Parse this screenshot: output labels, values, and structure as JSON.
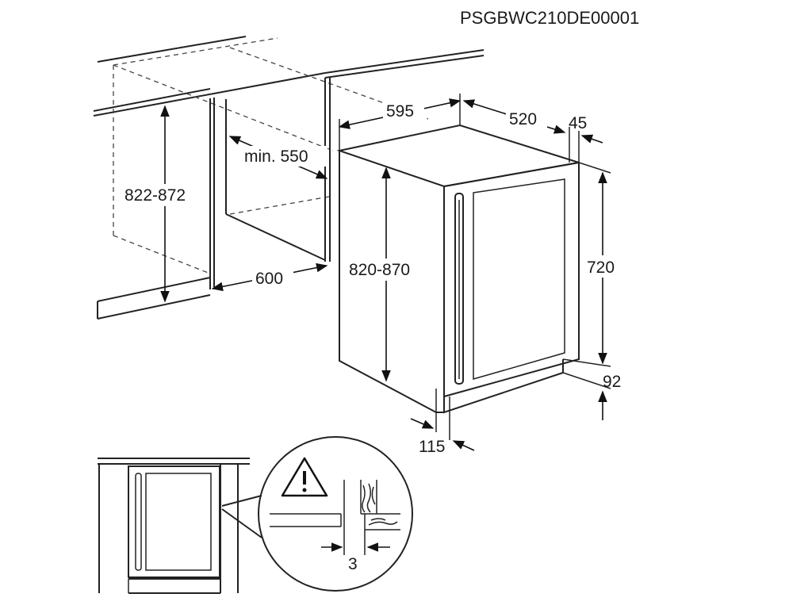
{
  "doc_code": "PSGBWC210DE00001",
  "dimensions": {
    "niche_height": "822-872",
    "niche_depth": "min. 550",
    "niche_width": "600",
    "appliance_width": "595",
    "appliance_depth": "520",
    "door_depth": "45",
    "appliance_height": "820-870",
    "door_height": "720",
    "plinth_height": "92",
    "plinth_depth": "115"
  },
  "detail": {
    "gap": "3"
  }
}
